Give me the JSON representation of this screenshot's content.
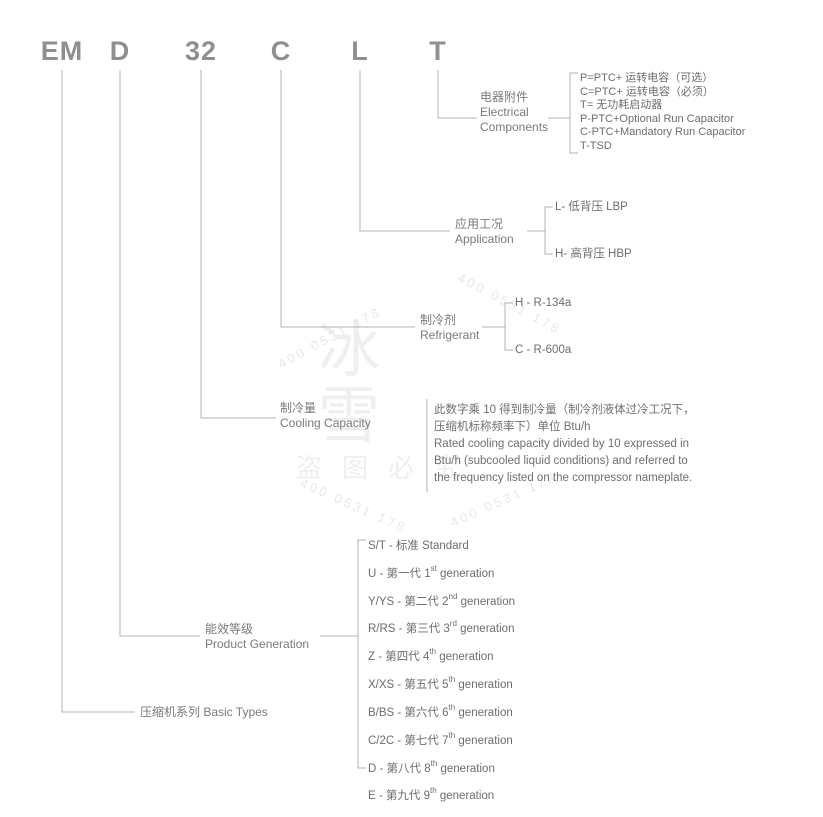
{
  "letters": [
    "EM",
    "D",
    "32",
    "C",
    "L",
    "T"
  ],
  "electrical": {
    "label_zh": "电器附件",
    "label_en1": "Electrical",
    "label_en2": "Components",
    "items": [
      "P=PTC+ 运转电容（可选）",
      "C=PTC+ 运转电容（必须）",
      "T= 无功耗启动器",
      "P-PTC+Optional Run Capacitor",
      "C-PTC+Mandatory Run Capacitor",
      "T-TSD"
    ]
  },
  "application": {
    "label_zh": "应用工况",
    "label_en": "Application",
    "items": [
      "L- 低背压 LBP",
      "H- 高背压 HBP"
    ]
  },
  "refrigerant": {
    "label_zh": "制冷剂",
    "label_en": "Refrigerant",
    "items": [
      "H - R-134a",
      "C - R-600a"
    ]
  },
  "cooling": {
    "label_zh": "制冷量",
    "label_en": "Cooling Capacity",
    "lines": [
      "此数字乘 10 得到制冷量（制冷剂液体过冷工况下，",
      "压缩机标称频率下）单位 Btu/h",
      "Rated cooling capacity divided by 10 expressed in",
      "Btu/h (subcooled liquid conditions) and referred to",
      "the frequency listed on the compressor nameplate."
    ]
  },
  "generation": {
    "label_zh": "能效等级",
    "label_en": "Product Generation",
    "items": [
      {
        "pre": "S/T - 标准 Standard",
        "sup": "",
        "post": ""
      },
      {
        "pre": "U - 第一代 1",
        "sup": "st",
        "post": " generation"
      },
      {
        "pre": "Y/YS - 第二代 2",
        "sup": "nd",
        "post": " generation"
      },
      {
        "pre": "R/RS - 第三代 3",
        "sup": "rd",
        "post": " generation"
      },
      {
        "pre": "Z - 第四代 4",
        "sup": "th",
        "post": " generation"
      },
      {
        "pre": "X/XS - 第五代 5",
        "sup": "th",
        "post": " generation"
      },
      {
        "pre": "B/BS - 第六代 6",
        "sup": "th",
        "post": " generation"
      },
      {
        "pre": "C/2C - 第七代 7",
        "sup": "th",
        "post": " generation"
      },
      {
        "pre": "D - 第八代 8",
        "sup": "th",
        "post": " generation"
      },
      {
        "pre": "E - 第九代 9",
        "sup": "th",
        "post": " generation"
      }
    ]
  },
  "basic": {
    "label": "压缩机系列 Basic Types"
  },
  "watermark": {
    "phone": "400 0531 178",
    "big1": "冰",
    "big2": "雪",
    "caption": "盗图必究"
  }
}
